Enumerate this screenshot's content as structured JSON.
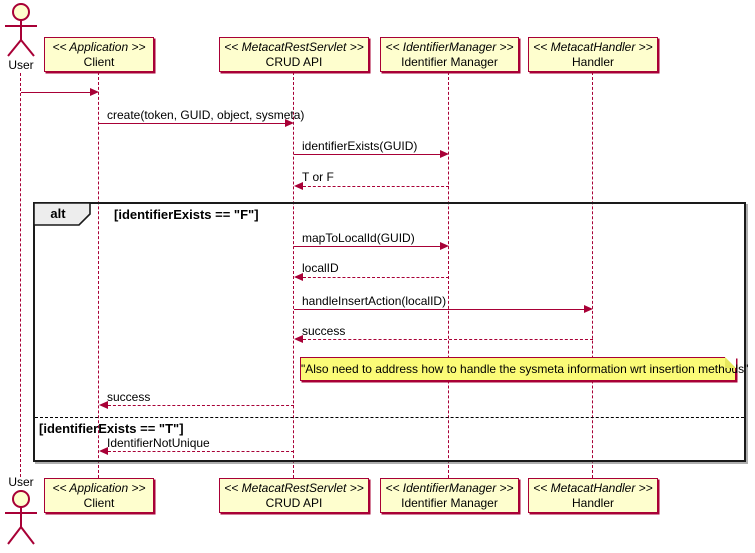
{
  "colors": {
    "accent": "#A80036",
    "participant_fill": "#FEFECE",
    "note_fill": "#FBFB77",
    "frame_border": "#1A1A1A"
  },
  "actor": {
    "label": "User"
  },
  "participants": [
    {
      "stereotype": "<< Application >>",
      "name": "Client"
    },
    {
      "stereotype": "<< MetacatRestServlet >>",
      "name": "CRUD API"
    },
    {
      "stereotype": "<< IdentifierManager >>",
      "name": "Identifier Manager"
    },
    {
      "stereotype": "<< MetacatHandler >>",
      "name": "Handler"
    }
  ],
  "messages": {
    "create": "create(token, GUID, object, sysmeta)",
    "identifier_exists": "identifierExists(GUID)",
    "t_or_f": "T or F",
    "map_to_local_id": "mapToLocalId(GUID)",
    "local_id": "localID",
    "handle_insert_action": "handleInsertAction(localID)",
    "success_from_handler": "success",
    "success_to_client": "success",
    "identifier_not_unique": "IdentifierNotUnique"
  },
  "alt_frame": {
    "operator": "alt",
    "guard_true": "[identifierExists == \"F\"]",
    "guard_false": "[identifierExists == \"T\"]"
  },
  "note": {
    "text": "\"Also need to address how to handle the sysmeta information wrt insertion methods\""
  }
}
